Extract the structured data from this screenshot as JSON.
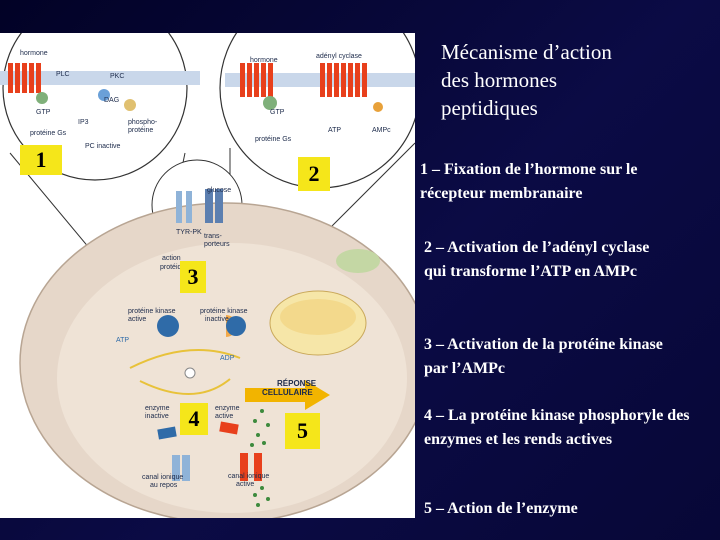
{
  "slide": {
    "title_lines": [
      "Mécanisme d’action",
      "des hormones",
      "peptidiques"
    ],
    "steps": [
      {
        "text": "1 – Fixation de l’hormone sur le récepteur membranaire"
      },
      {
        "text": "2 – Activation de l’adényl cyclase qui transforme l’ATP en AMPc"
      },
      {
        "text": "3 – Activation de la protéine kinase par l’AMPc"
      },
      {
        "text": "4 – La protéine kinase phosphoryle des enzymes et les rends actives"
      },
      {
        "text": "5 – Action de l’enzyme"
      }
    ]
  },
  "figure": {
    "markers": [
      "1",
      "2",
      "3",
      "4",
      "5"
    ],
    "labels": {
      "hormone_left": "hormone",
      "hormone_right": "hormone",
      "adenyl_cyclase": "adényl cyclase",
      "plc": "PLC",
      "pkc": "PKC",
      "dag": "DAG",
      "gtp_left": "GTP",
      "gtp_right": "GTP",
      "ip3": "IP3",
      "phospho": "phospho-",
      "proteine": "protéine",
      "proteine_gs_left": "protéine Gs",
      "proteine_gs_right": "protéine Gs",
      "pc_inactive": "PC inactive",
      "atp_top": "ATP",
      "ampc_top": "AMPc",
      "glucose": "glucose",
      "tyr_pk": "TYR-PK",
      "trans": "trans-",
      "porteurs": "porteurs",
      "action": "action",
      "proteique": "protéique",
      "pk_active_1": "protéine kinase",
      "pk_active_2": "active",
      "pk_inactive_1": "protéine kinase",
      "pk_inactive_2": "inactive",
      "atp": "ATP",
      "adp": "ADP",
      "reponse_1": "RÉPONSE",
      "reponse_2": "CELLULAIRE",
      "enzyme_inactive_1": "enzyme",
      "enzyme_inactive_2": "inactive",
      "enzyme_active_1": "enzyme",
      "enzyme_active_2": "active",
      "canal_repos_1": "canal ionique",
      "canal_repos_2": "au repos",
      "canal_active_1": "canal ionique",
      "canal_active_2": "active"
    }
  },
  "colors": {
    "background": "#0b0b45",
    "marker_bg": "#f5e61a",
    "receptor": "#e8401c",
    "cell": "#e6d7c9",
    "arrow": "#f2b400"
  }
}
